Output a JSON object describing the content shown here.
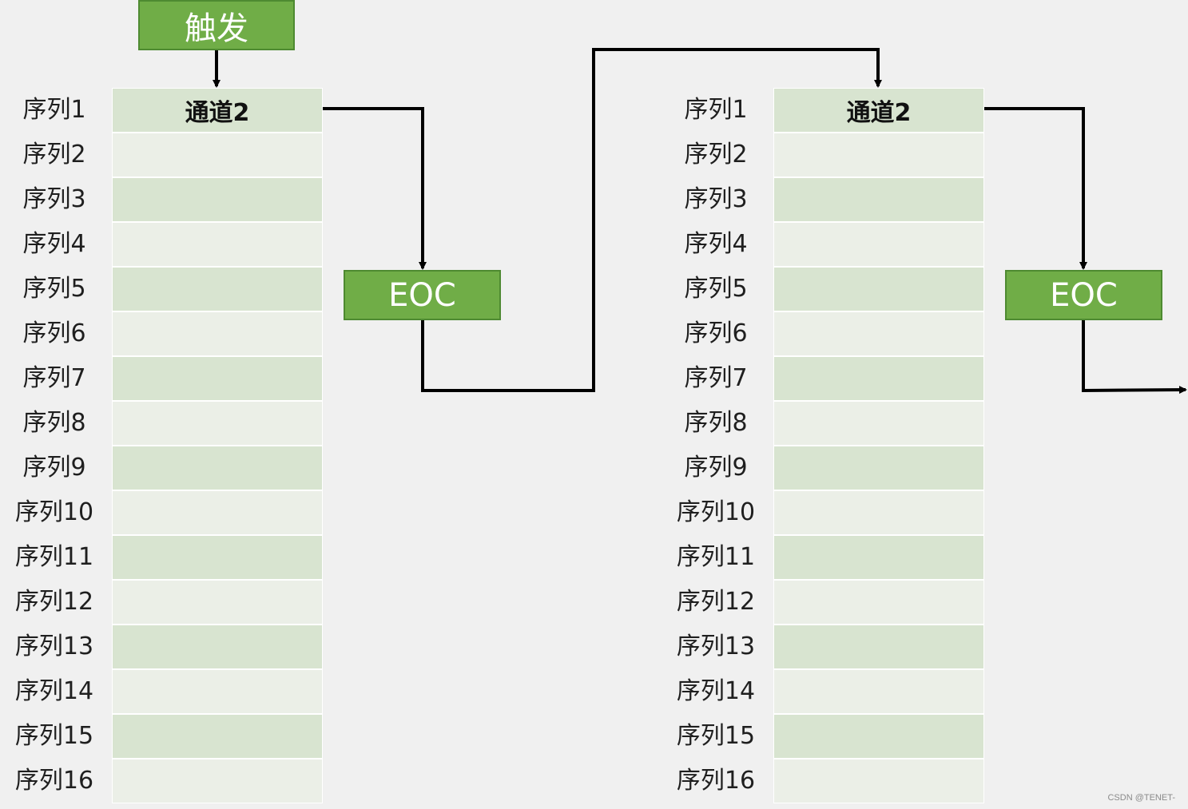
{
  "trigger": {
    "label": "触发"
  },
  "left_column": {
    "header": "通道2",
    "sequences": [
      "序列1",
      "序列2",
      "序列3",
      "序列4",
      "序列5",
      "序列6",
      "序列7",
      "序列8",
      "序列9",
      "序列10",
      "序列11",
      "序列12",
      "序列13",
      "序列14",
      "序列15",
      "序列16"
    ]
  },
  "right_column": {
    "header": "通道2",
    "sequences": [
      "序列1",
      "序列2",
      "序列3",
      "序列4",
      "序列5",
      "序列6",
      "序列7",
      "序列8",
      "序列9",
      "序列10",
      "序列11",
      "序列12",
      "序列13",
      "序列14",
      "序列15",
      "序列16"
    ]
  },
  "eoc_left": {
    "label": "EOC"
  },
  "eoc_right": {
    "label": "EOC"
  },
  "watermark": "CSDN @TENET-",
  "colors": {
    "green": "#70ad47",
    "cell_dark": "#d8e4d0",
    "cell_light": "#ebefe7",
    "background": "#f0f0f0"
  }
}
